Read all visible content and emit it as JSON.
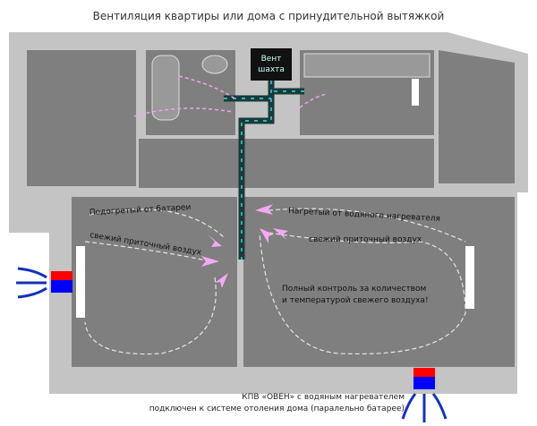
{
  "title": "Вентиляция квартиры или дома с принудительной вытяжкой",
  "vent_shaft": {
    "line1": "Вент",
    "line2": "шахта"
  },
  "labels": {
    "left_heated": "Подогретый от батареи",
    "left_fresh": "свежий приточный воздух",
    "right_heated": "Нагретый от водяного нагревателя",
    "right_fresh": "свежий приточный воздух",
    "control_line1": "Полный контроль за количеством",
    "control_line2": "и температурой свежего воздуха!"
  },
  "caption": {
    "line1": "КПВ «ОВЕН» с водяным нагревателем",
    "line2": "подключен к системе отоления дома (паралельно батарее)"
  },
  "colors": {
    "wall": "#c4c4c4",
    "room": "#7f7f7f",
    "hot": "#ff0000",
    "cold": "#0000ff",
    "duct": "#1a3a3a",
    "arrow": "#f5a8f5"
  }
}
